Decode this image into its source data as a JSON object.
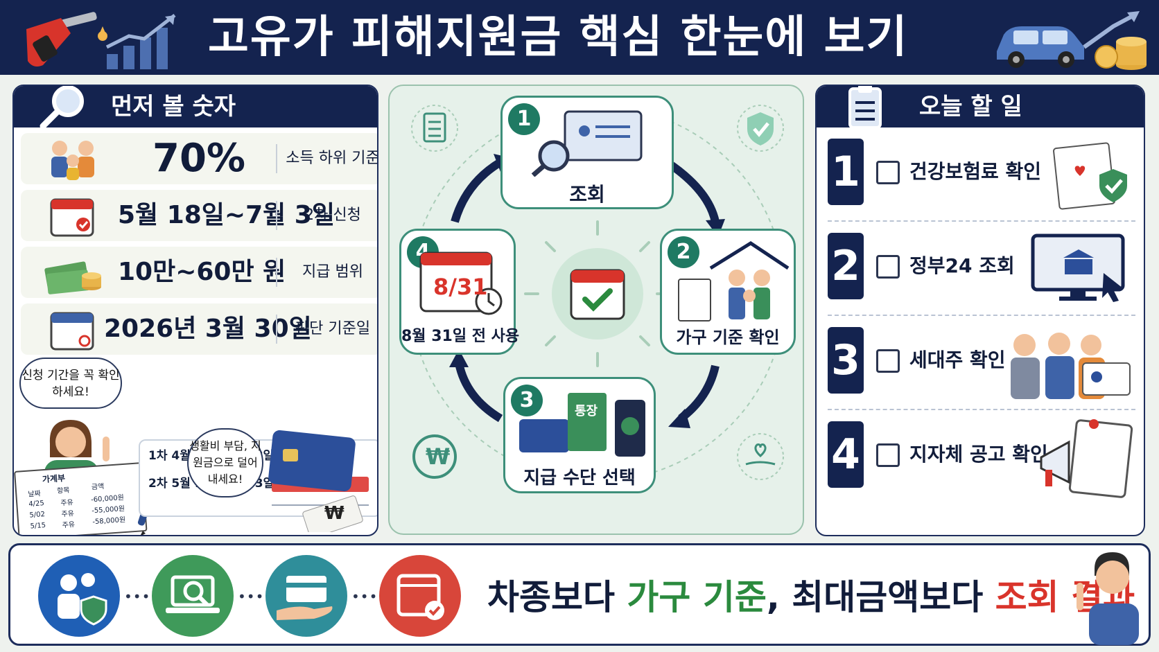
{
  "header": {
    "title": "고유가 피해지원금 핵심 한눈에 보기"
  },
  "numbers_panel": {
    "title": "먼저 볼 숫자",
    "rows": [
      {
        "value": "70%",
        "label": "소득 하위 기준"
      },
      {
        "value": "5월 18일~7월 3일",
        "label": "2차 신청"
      },
      {
        "value": "10만~60만 원",
        "label": "지급 범위"
      },
      {
        "value": "2026년 3월 30일",
        "label": "판단 기준일"
      }
    ],
    "bubble_period": "신청 기간을 꼭 확인하세요!",
    "timeline": [
      {
        "label": "1차 4월 27일~5월 8일",
        "fraction": 0.2
      },
      {
        "label": "2차 5월 18일~7월 3일",
        "fraction": 1.0
      }
    ],
    "bubble_budget": "생활비 부담, 지원금으로 덜어내세요!",
    "ledger": {
      "title": "가계부",
      "headers": [
        "날짜",
        "항목",
        "금액"
      ],
      "rows": [
        [
          "4/25",
          "주유",
          "-60,000원"
        ],
        [
          "5/02",
          "주유",
          "-55,000원"
        ],
        [
          "5/15",
          "주유",
          "-58,000원"
        ]
      ]
    },
    "receipt_symbol": "₩"
  },
  "cycle": {
    "steps": [
      {
        "num": "1",
        "label": "조회"
      },
      {
        "num": "2",
        "label": "가구 기준 확인"
      },
      {
        "num": "3",
        "label": "지급 수단 선택"
      },
      {
        "num": "4",
        "label": "8월 31일 전 사용"
      }
    ],
    "calendar_date": "8/31",
    "passbook_label": "통장",
    "won_symbol": "₩"
  },
  "todo_panel": {
    "title": "오늘 할 일",
    "items": [
      {
        "num": "1",
        "label": "건강보험료 확인"
      },
      {
        "num": "2",
        "label": "정부24 조회"
      },
      {
        "num": "3",
        "label": "세대주 확인"
      },
      {
        "num": "4",
        "label": "지자체 공고 확인"
      }
    ]
  },
  "banner": {
    "text_part1": "차종보다 ",
    "text_green": "가구 기준",
    "text_part2": ", 최대금액보다 ",
    "text_red": "조회 결과"
  },
  "colors": {
    "navy": "#14234f",
    "green": "#2b8a3e",
    "teal": "#1f7a63",
    "red": "#d9342b",
    "blue_circle": "#1f5fb5",
    "green_circle": "#3f9a5a",
    "teal_circle": "#2f8e9a",
    "red_circle": "#d8463a"
  }
}
